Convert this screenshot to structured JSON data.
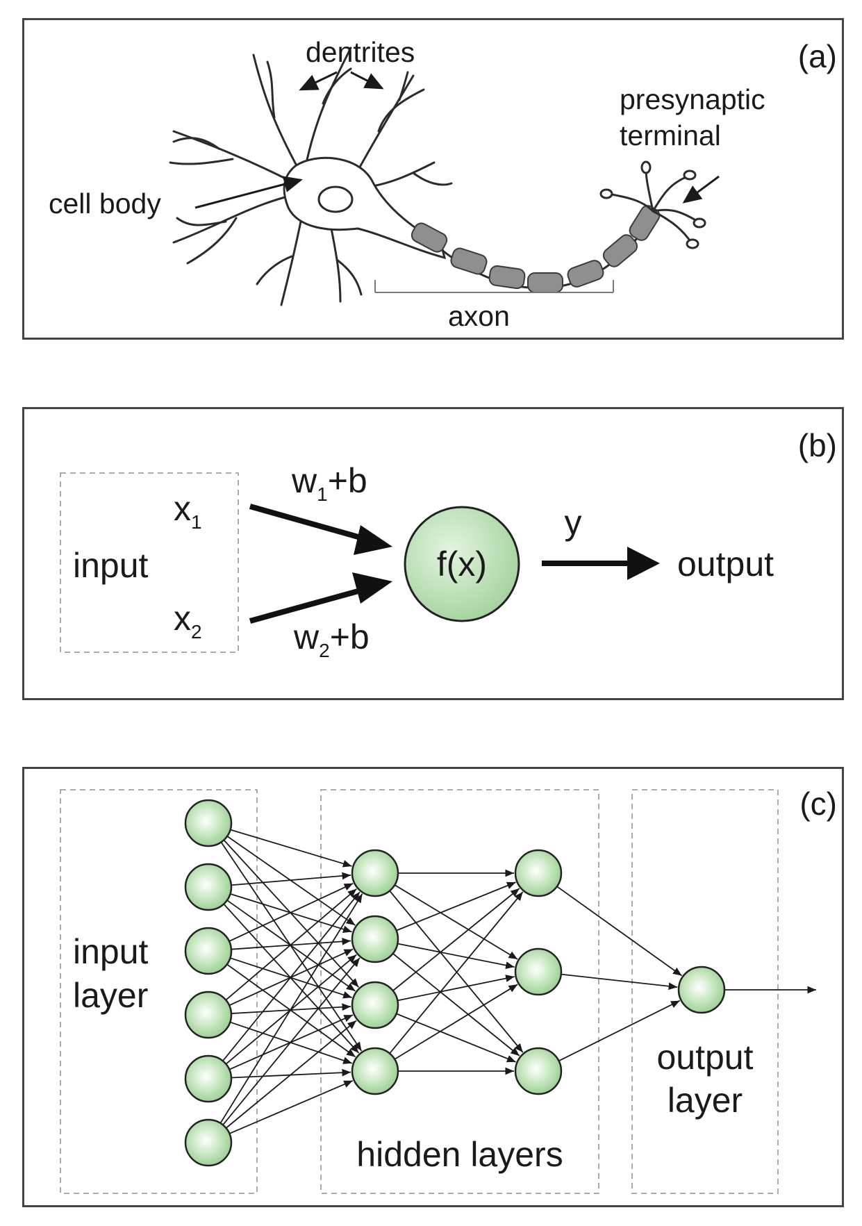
{
  "colors": {
    "node_fill": "#a9d8a3",
    "node_highlight": "#ffffff",
    "node_stroke": "#2b2b2b",
    "myelin": "#8f8f8f",
    "frame": "#444444",
    "dashed_box": "#aaaaaa"
  },
  "panel_a": {
    "tag": "(a)",
    "dentrites": "dentrites",
    "presynaptic": "presynaptic",
    "terminal": "terminal",
    "cell_body": "cell body",
    "axon": "axon"
  },
  "panel_b": {
    "tag": "(b)",
    "input": "input",
    "x1_base": "x",
    "x1_sub": "1",
    "x2_base": "x",
    "x2_sub": "2",
    "w1_base": "w",
    "w1_sub": "1",
    "w1_rest": "+b",
    "w2_base": "w",
    "w2_sub": "2",
    "w2_rest": "+b",
    "function": "f(x)",
    "y": "y",
    "output": "output"
  },
  "panel_c": {
    "tag": "(c)",
    "input_line1": "input",
    "input_line2": "layer",
    "hidden": "hidden layers",
    "output_line1": "output",
    "output_line2": "layer",
    "layer_sizes": [
      6,
      4,
      3,
      1
    ]
  }
}
